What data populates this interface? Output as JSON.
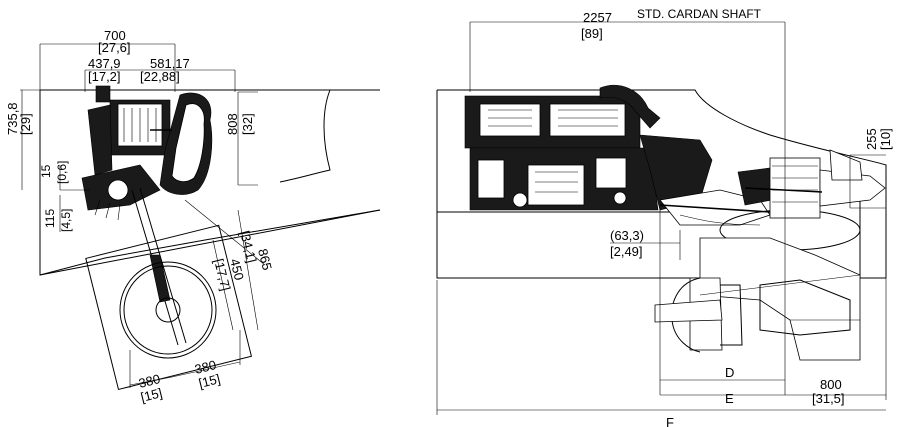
{
  "left_view": {
    "dims": {
      "d700": "700",
      "d700_in": "[27,6]",
      "d437": "437,9",
      "d437_in": "[17,2]",
      "d581": "581,17",
      "d581_in": "[22,88]",
      "d735": "735,8",
      "d735_in": "[29]",
      "d808": "808",
      "d808_in": "[32]",
      "d15": "15",
      "d15_in": "[0,6]",
      "d115": "115",
      "d115_in": "[4,5]",
      "d865": "865",
      "d865_in": "[34,1]",
      "d450": "450",
      "d450_in": "[17,7]",
      "d380a": "380",
      "d380a_in": "[15]",
      "d380b": "380",
      "d380b_in": "[15]"
    }
  },
  "right_view": {
    "dims": {
      "d2257": "2257",
      "d2257_in": "[89]",
      "shaft_label": "STD. CARDAN SHAFT",
      "d255": "255",
      "d255_in": "[10]",
      "d633": "(63,3)",
      "d633_in": "[2,49]",
      "dD": "D",
      "dE": "E",
      "d800": "800",
      "d800_in": "[31,5]",
      "dF": "F"
    }
  }
}
